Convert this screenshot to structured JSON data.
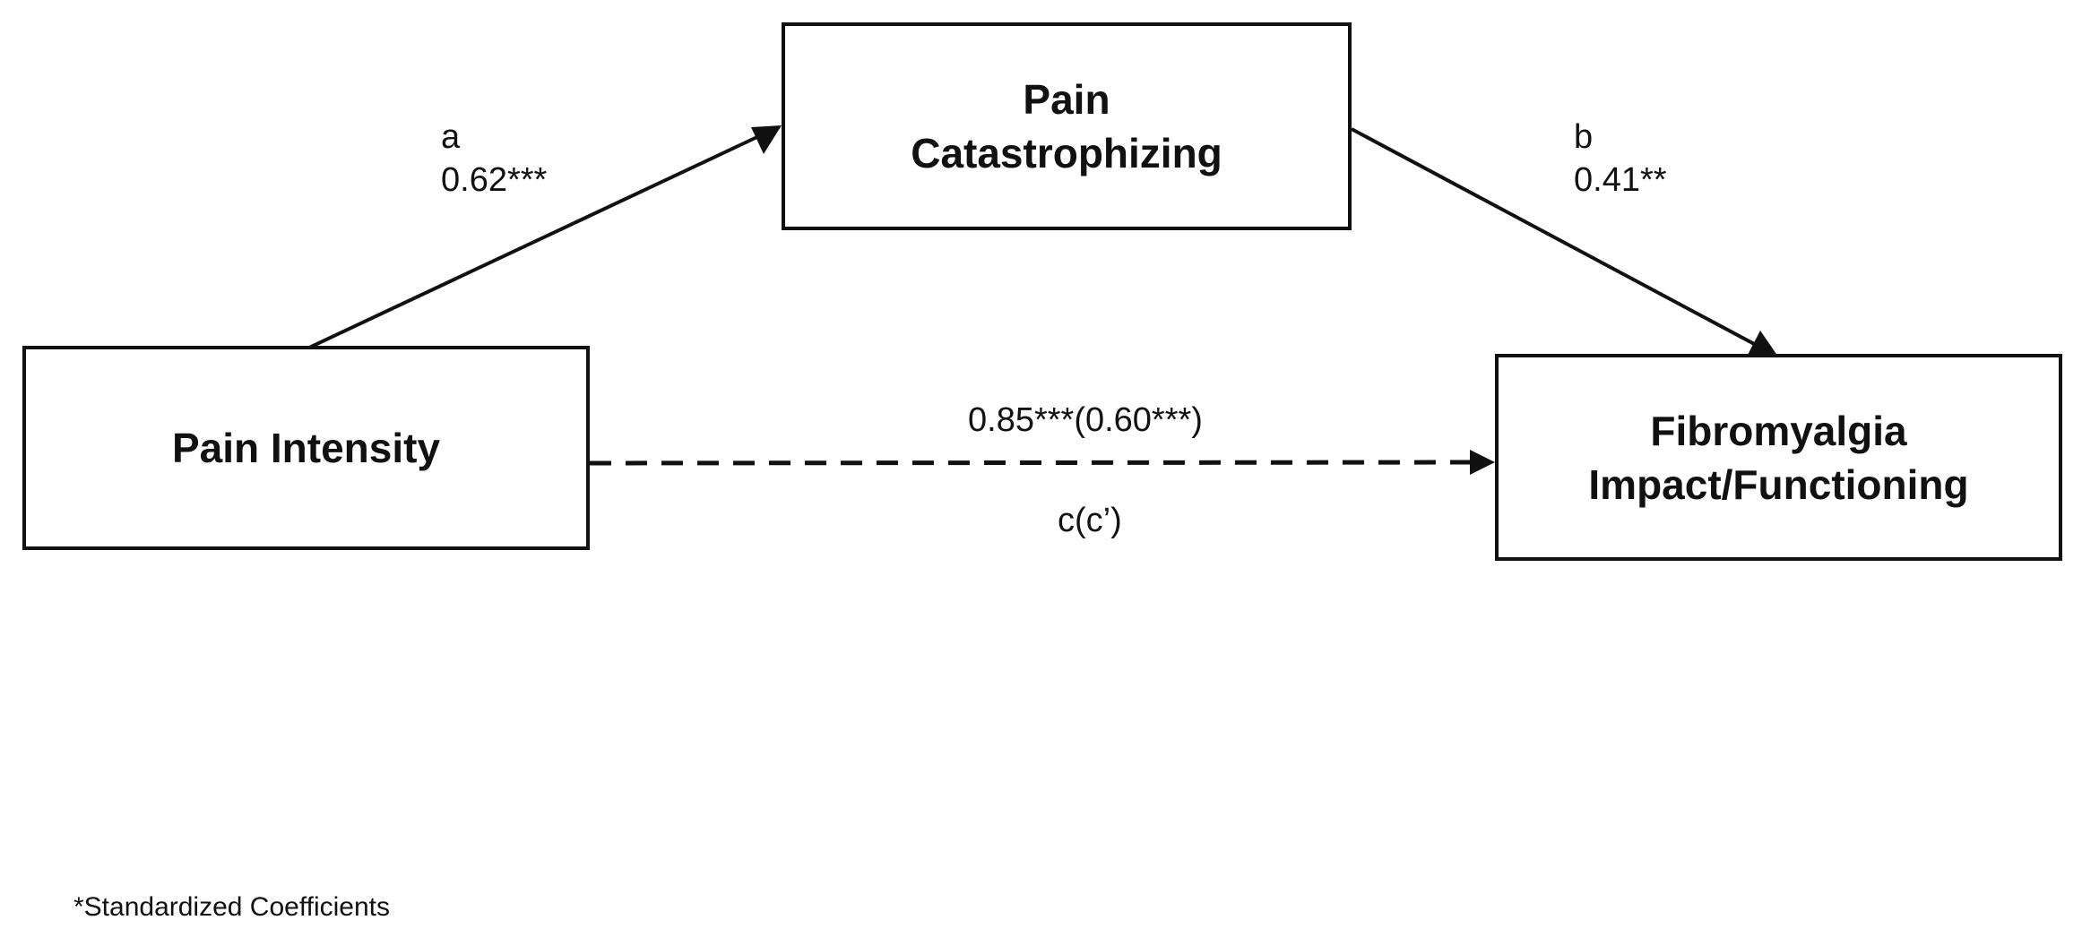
{
  "nodes": {
    "mediator": {
      "label": "Pain\nCatastrophizing"
    },
    "predictor": {
      "label": "Pain Intensity"
    },
    "outcome": {
      "label": "Fibromyalgia\nImpact/Functioning"
    }
  },
  "paths": {
    "a": {
      "name": "a",
      "coefficient": "0.62***"
    },
    "b": {
      "name": "b",
      "coefficient": "0.41**"
    },
    "c": {
      "name": "c(c’)",
      "coefficient": "0.85***(0.60***)"
    }
  },
  "footnote": "*Standardized Coefficients"
}
